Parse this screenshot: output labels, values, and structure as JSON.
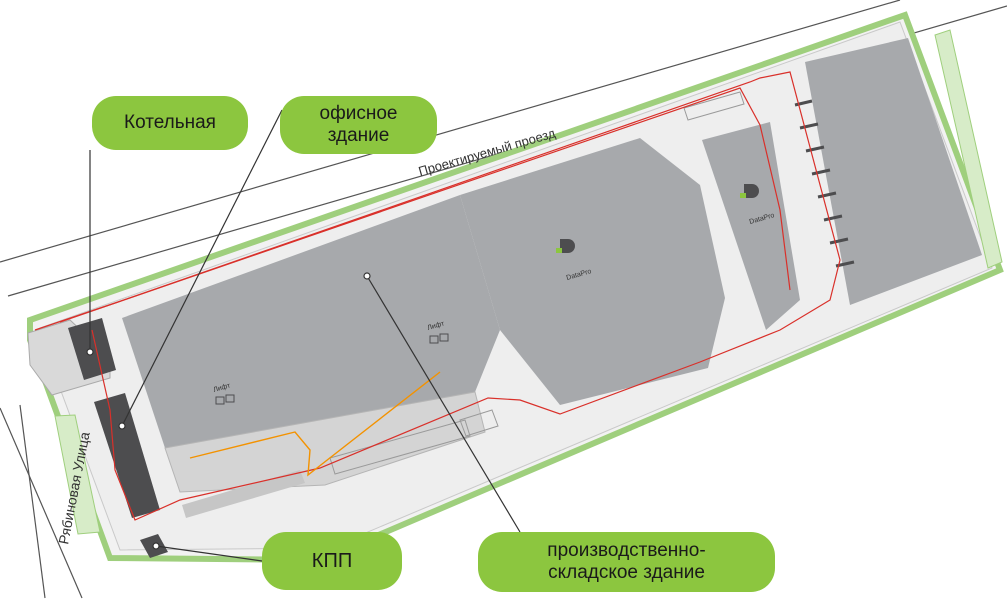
{
  "map": {
    "street_left": "Рябиновая Улица",
    "street_top": "Проектируемый проезд",
    "lift_label_1": "Лифт",
    "lift_label_2": "Лифт",
    "logo_text_1": "DataPro",
    "logo_text_2": "DataPro"
  },
  "callouts": {
    "boiler": "Котельная",
    "office_line1": "офисное",
    "office_line2": "здание",
    "kpp": "КПП",
    "production_line1": "производственно-",
    "production_line2": "складское здание"
  },
  "colors": {
    "callout_green": "#8cc63f",
    "building_gray": "#a7a9ac",
    "dark_building": "#4d4d4f",
    "lawn_green": "#d7ecc8",
    "route_red": "#d9302a",
    "route_orange": "#f39200"
  }
}
